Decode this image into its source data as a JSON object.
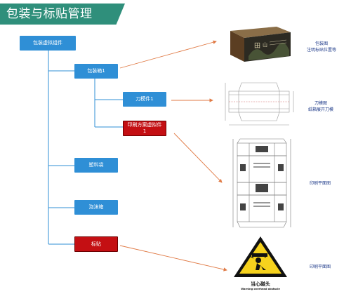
{
  "title": "包装与标贴管理",
  "nodes": {
    "root": "包装虚拟组件",
    "box1": "包装箱1",
    "die1": "刀模件1",
    "print1": "印刷方案虚拟件1",
    "plastic": "塑料袋",
    "foam": "泡沫箱",
    "label": "标贴"
  },
  "captions": {
    "box": {
      "line1": "包装图",
      "line2": "注明标贴位置等"
    },
    "die": {
      "line1": "刀模图",
      "line2": "纸箱展开刀模"
    },
    "print1": "印刷平面图",
    "print2": "印刷平面图"
  },
  "sign": {
    "text_cn": "当心碰头",
    "text_en": "Warning overhead obstacle"
  },
  "colors": {
    "banner": "#2f8f7b",
    "node_blue": "#2f8fd6",
    "node_red": "#c40f13",
    "connector": "#2f8fd6",
    "arrow": "#e07a45",
    "caption": "#1f3b8a"
  }
}
